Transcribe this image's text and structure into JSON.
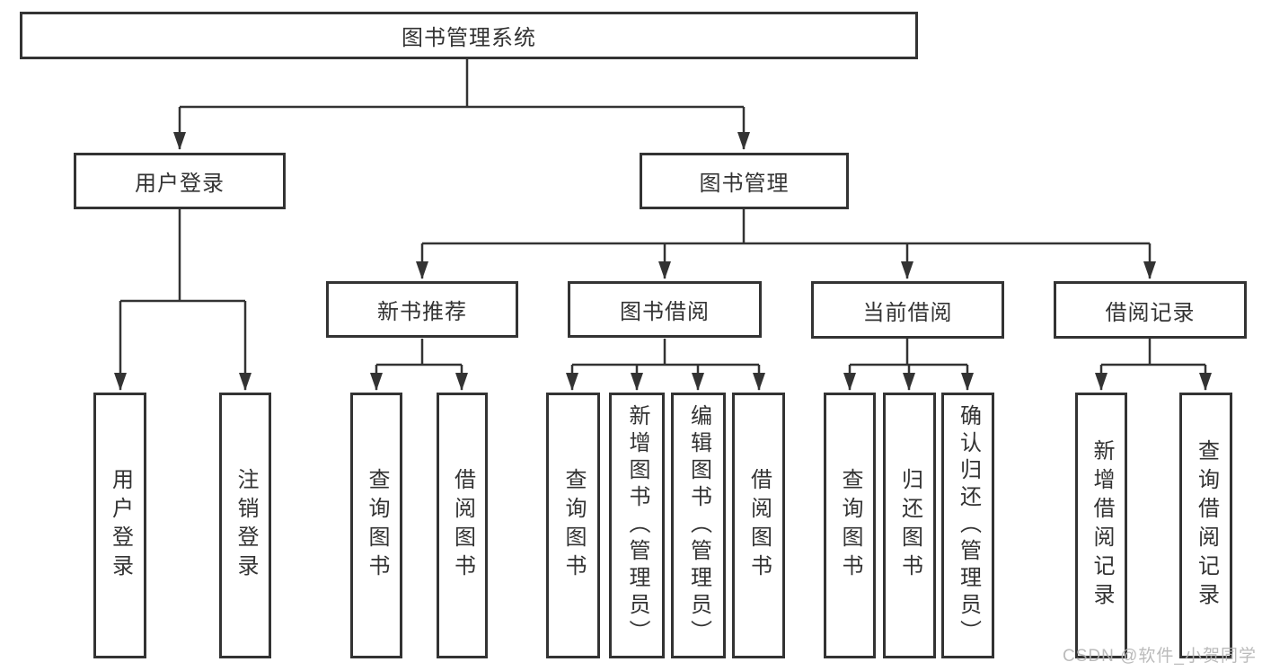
{
  "diagram": {
    "root": {
      "label": "图书管理系统"
    },
    "level2": {
      "user_login": {
        "label": "用户登录"
      },
      "book_mgmt": {
        "label": "图书管理"
      }
    },
    "level3": {
      "new_books": {
        "label": "新书推荐"
      },
      "book_borrow": {
        "label": "图书借阅"
      },
      "current_borrow": {
        "label": "当前借阅"
      },
      "borrow_records": {
        "label": "借阅记录"
      }
    },
    "leaves": {
      "user_login": {
        "label": "用户登录"
      },
      "logout": {
        "label": "注销登录"
      },
      "nb_query_books": {
        "label": "查询图书"
      },
      "nb_borrow_books": {
        "label": "借阅图书"
      },
      "bb_query_books": {
        "label": "查询图书"
      },
      "bb_add_books": {
        "label": "新增图书（管理员）"
      },
      "bb_edit_books": {
        "label": "编辑图书（管理员）"
      },
      "bb_borrow_books": {
        "label": "借阅图书"
      },
      "cb_query_books": {
        "label": "查询图书"
      },
      "cb_return_books": {
        "label": "归还图书"
      },
      "cb_confirm_return": {
        "label": "确认归还（管理员）"
      },
      "br_add_record": {
        "label": "新增借阅记录"
      },
      "br_query_record": {
        "label": "查询借阅记录"
      }
    }
  },
  "watermark": {
    "text": "CSDN @软件_小贺同学"
  },
  "colors": {
    "line": "#333333",
    "box_border": "#333333",
    "text": "#333333",
    "watermark_text": "#b4b4b4",
    "background": "#ffffff"
  }
}
